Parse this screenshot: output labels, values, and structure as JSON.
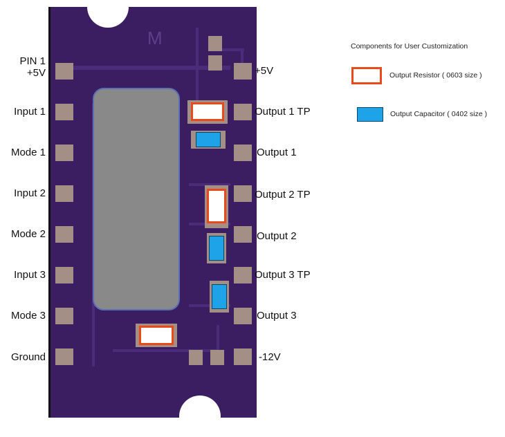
{
  "board": {
    "left_labels": [
      "PIN 1",
      "+5V",
      "Input 1",
      "Mode 1",
      "Input 2",
      "Mode 2",
      "Input 3",
      "Mode 3",
      "Ground"
    ],
    "right_labels": [
      "+5V",
      "Output 1 TP",
      "Output 1",
      "Output 2 TP",
      "Output 2",
      "Output 3 TP",
      "Output 3",
      "-12V"
    ],
    "colors": {
      "pcb": "#3a1e61",
      "pad": "#a48f86",
      "chip": "#898989",
      "resistor_outline": "#e84a1a",
      "capacitor": "#1ea2e8"
    }
  },
  "legend": {
    "title": "Components for User Customization",
    "items": [
      {
        "label": "Output  Resistor ( 0603 size )",
        "icon": "resistor-swatch"
      },
      {
        "label": "Output  Capacitor ( 0402 size )",
        "icon": "capacitor-swatch"
      }
    ]
  }
}
